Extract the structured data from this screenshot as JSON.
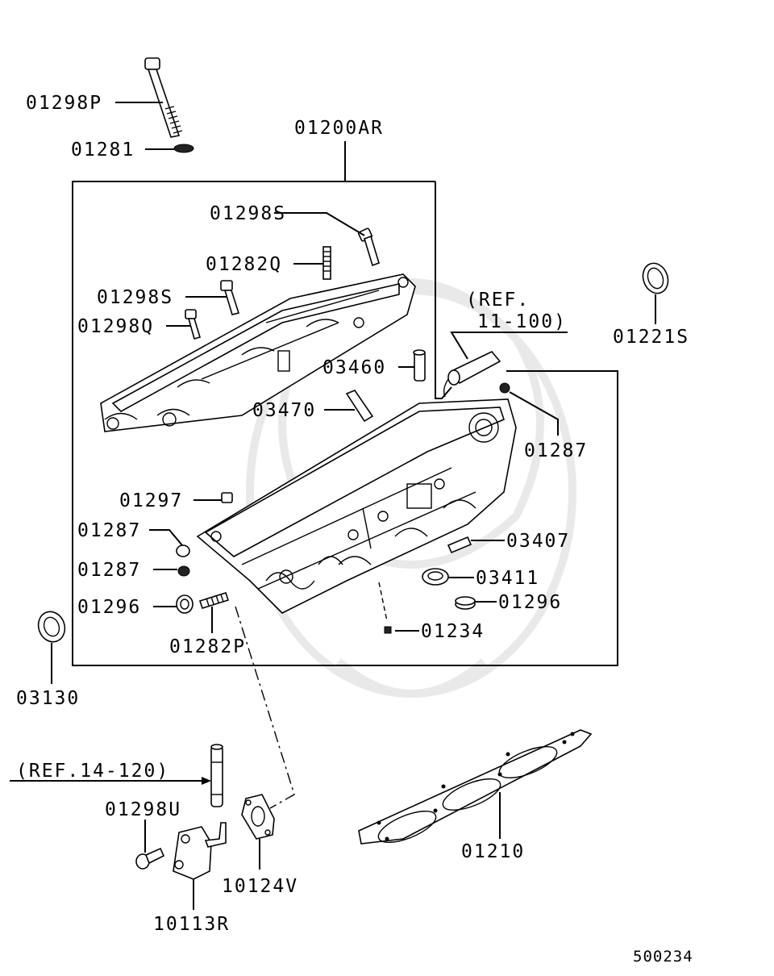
{
  "diagram_number": "500234",
  "callouts": {
    "p01298P": "01298P",
    "p01281": "01281",
    "p01200AR": "01200AR",
    "p01298S_top": "01298S",
    "p01282Q": "01282Q",
    "p01298S_mid": "01298S",
    "p01298Q": "01298Q",
    "ref11_line1": "(REF.",
    "ref11_line2": "11-100)",
    "p01221S": "01221S",
    "p03460": "03460",
    "p03470": "03470",
    "p01287_right": "01287",
    "p01297": "01297",
    "p01287_a": "01287",
    "p01287_b": "01287",
    "p03407": "03407",
    "p03411": "03411",
    "p01296_left": "01296",
    "p01296_right": "01296",
    "p01282P": "01282P",
    "p01234": "01234",
    "p03130": "03130",
    "ref14": "(REF.14-120)",
    "p01298U": "01298U",
    "p10124V": "10124V",
    "p01210": "01210",
    "p10113R": "10113R"
  },
  "icons": {
    "watermark": "watermark-emblem-icon"
  }
}
